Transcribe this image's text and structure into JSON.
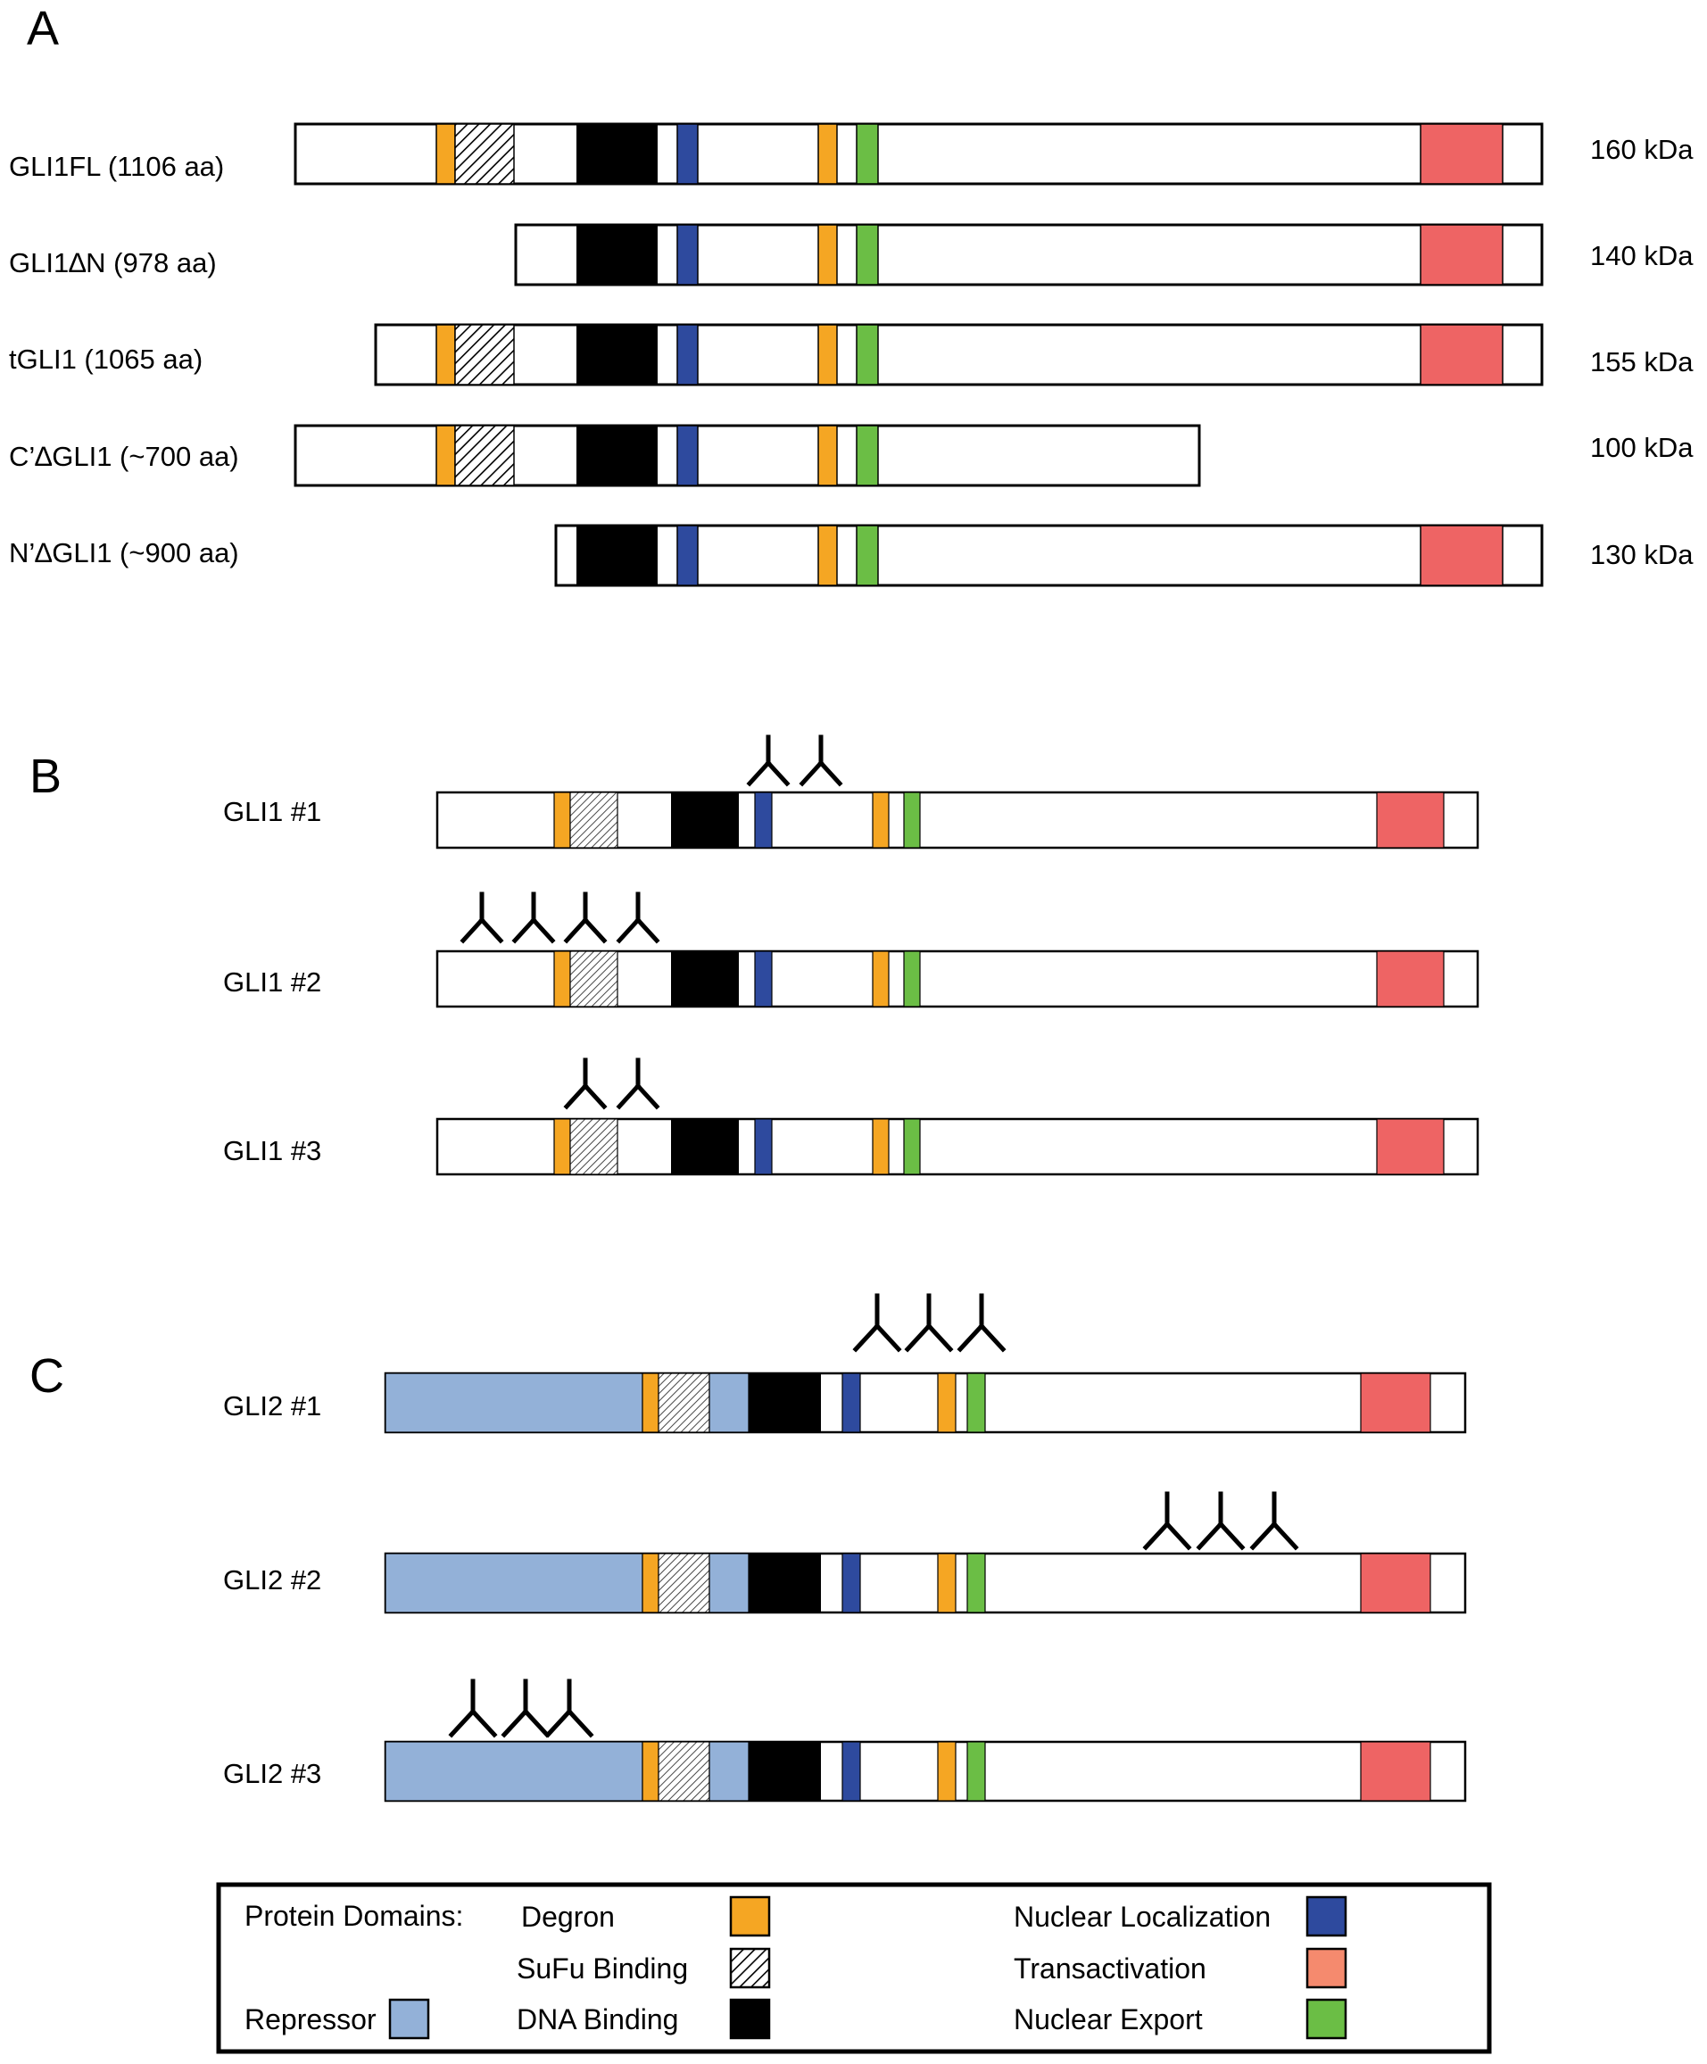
{
  "colors": {
    "degron": "#F5A623",
    "nuclear_localization": "#2E4A9E",
    "nuclear_export": "#6BBE45",
    "transactivation": "#EE6464",
    "repressor": "#93B1D8",
    "dna_binding": "#000000"
  },
  "panels": {
    "a": {
      "label": "A",
      "rows": [
        {
          "label": "GLI1FL (1106 aa)",
          "mass": "160 kDa"
        },
        {
          "label": "GLI1∆N (978 aa)",
          "mass": "140 kDa"
        },
        {
          "label": "tGLI1 (1065 aa)",
          "mass": "155 kDa"
        },
        {
          "label": "C’∆GLI1 (~700 aa)",
          "mass": "100 kDa"
        },
        {
          "label": "N’∆GLI1 (~900 aa)",
          "mass": "130 kDa"
        }
      ]
    },
    "b": {
      "label": "B",
      "rows": [
        {
          "label": "GLI1 #1",
          "antibodies": 2
        },
        {
          "label": "GLI1 #2",
          "antibodies": 4
        },
        {
          "label": "GLI1 #3",
          "antibodies": 2
        }
      ]
    },
    "c": {
      "label": "C",
      "rows": [
        {
          "label": "GLI2 #1",
          "antibodies": 3
        },
        {
          "label": "GLI2 #2",
          "antibodies": 3
        },
        {
          "label": "GLI2 #3",
          "antibodies": 3
        }
      ]
    }
  },
  "legend": {
    "title": "Protein Domains:",
    "degron": "Degron",
    "sufu_binding": "SuFu Binding",
    "dna_binding": "DNA Binding",
    "nuclear_localization": "Nuclear Localization",
    "transactivation": "Transactivation",
    "nuclear_export": "Nuclear Export",
    "repressor": "Repressor",
    "transactivation_swatch_color": "#F58A6E"
  }
}
